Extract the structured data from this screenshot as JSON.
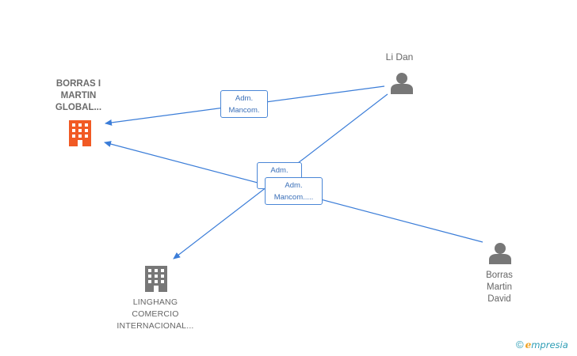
{
  "nodes": {
    "company_main": {
      "lines": [
        "BORRAS I",
        "MARTIN",
        "GLOBAL..."
      ],
      "icon": "building-icon",
      "color": "#f15a24"
    },
    "company_2": {
      "lines": [
        "LINGHANG",
        "COMERCIO",
        "INTERNACIONAL..."
      ],
      "icon": "building-icon",
      "color": "#777777"
    },
    "person_1": {
      "lines": [
        "Li Dan"
      ],
      "icon": "person-icon",
      "color": "#777777"
    },
    "person_2": {
      "lines": [
        "Borras",
        "Martin",
        "David"
      ],
      "icon": "person-icon",
      "color": "#777777"
    }
  },
  "relations": [
    {
      "lines": [
        "Adm.",
        "Mancom."
      ],
      "from": "person_1",
      "to": "company_main"
    },
    {
      "lines": [
        "Adm.",
        ""
      ],
      "from": "person_1",
      "to": "company_2"
    },
    {
      "lines": [
        "Adm.",
        "Mancom....."
      ],
      "from": "person_2",
      "to": "company_main"
    }
  ],
  "edge_color": "#3b7dd8",
  "brand": {
    "copyright": "©",
    "e": "e",
    "rest": "mpresia"
  }
}
